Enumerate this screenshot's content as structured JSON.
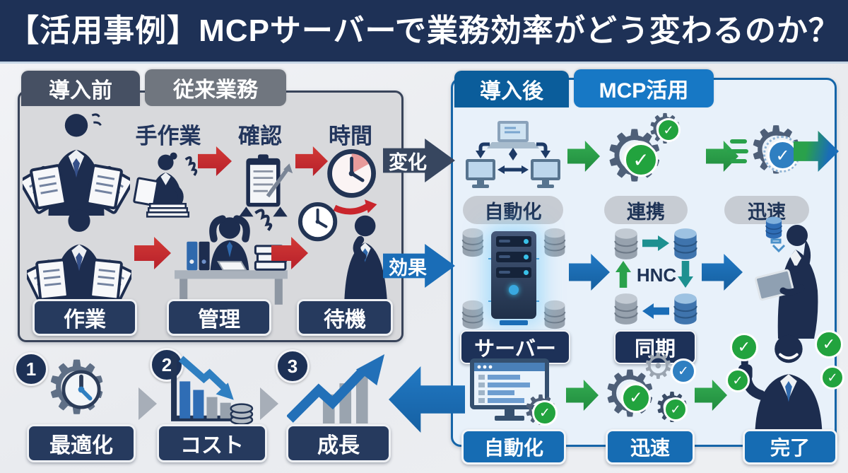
{
  "title": "【活用事例】MCPサーバーで業務効率がどう変わるのか？",
  "glyphs": {
    "gear": "⚙",
    "check": "✓"
  },
  "colors": {
    "title_bg": "#1e3156",
    "before_tab_primary": "#465063",
    "before_tab_secondary": "#70767f",
    "before_panel_bg": "#d8d9dc",
    "before_panel_border": "#39445a",
    "after_tab_primary": "#0b5d9b",
    "after_tab_secondary": "#1778c5",
    "after_panel_bg": "#e8f1fa",
    "after_panel_border": "#1565a8",
    "red_arrow": "#c9252c",
    "green_arrow": "#2aa14b",
    "blue_arrow": "#1a6db7",
    "check_green": "#22a33e"
  },
  "left_panel": {
    "tab_primary": "導入前",
    "tab_secondary": "従来業務",
    "flow_labels": [
      "手作業",
      "確認",
      "時間"
    ],
    "bottom_labels": [
      "作業",
      "管理",
      "待機"
    ]
  },
  "connectors": {
    "change": "変化",
    "effect": "効果"
  },
  "right_panel": {
    "tab_primary": "導入後",
    "tab_secondary": "MCP活用",
    "row1_labels": [
      "自動化",
      "連携",
      "迅速"
    ],
    "row2_labels": [
      "サーバー",
      "同期"
    ],
    "row2_annotation": "HNC",
    "row3_labels": [
      "自動化",
      "迅速",
      "完了"
    ]
  },
  "bottom_flow": {
    "items": [
      {
        "number": "1",
        "label": "最適化"
      },
      {
        "number": "2",
        "label": "コスト"
      },
      {
        "number": "3",
        "label": "成長"
      }
    ]
  }
}
